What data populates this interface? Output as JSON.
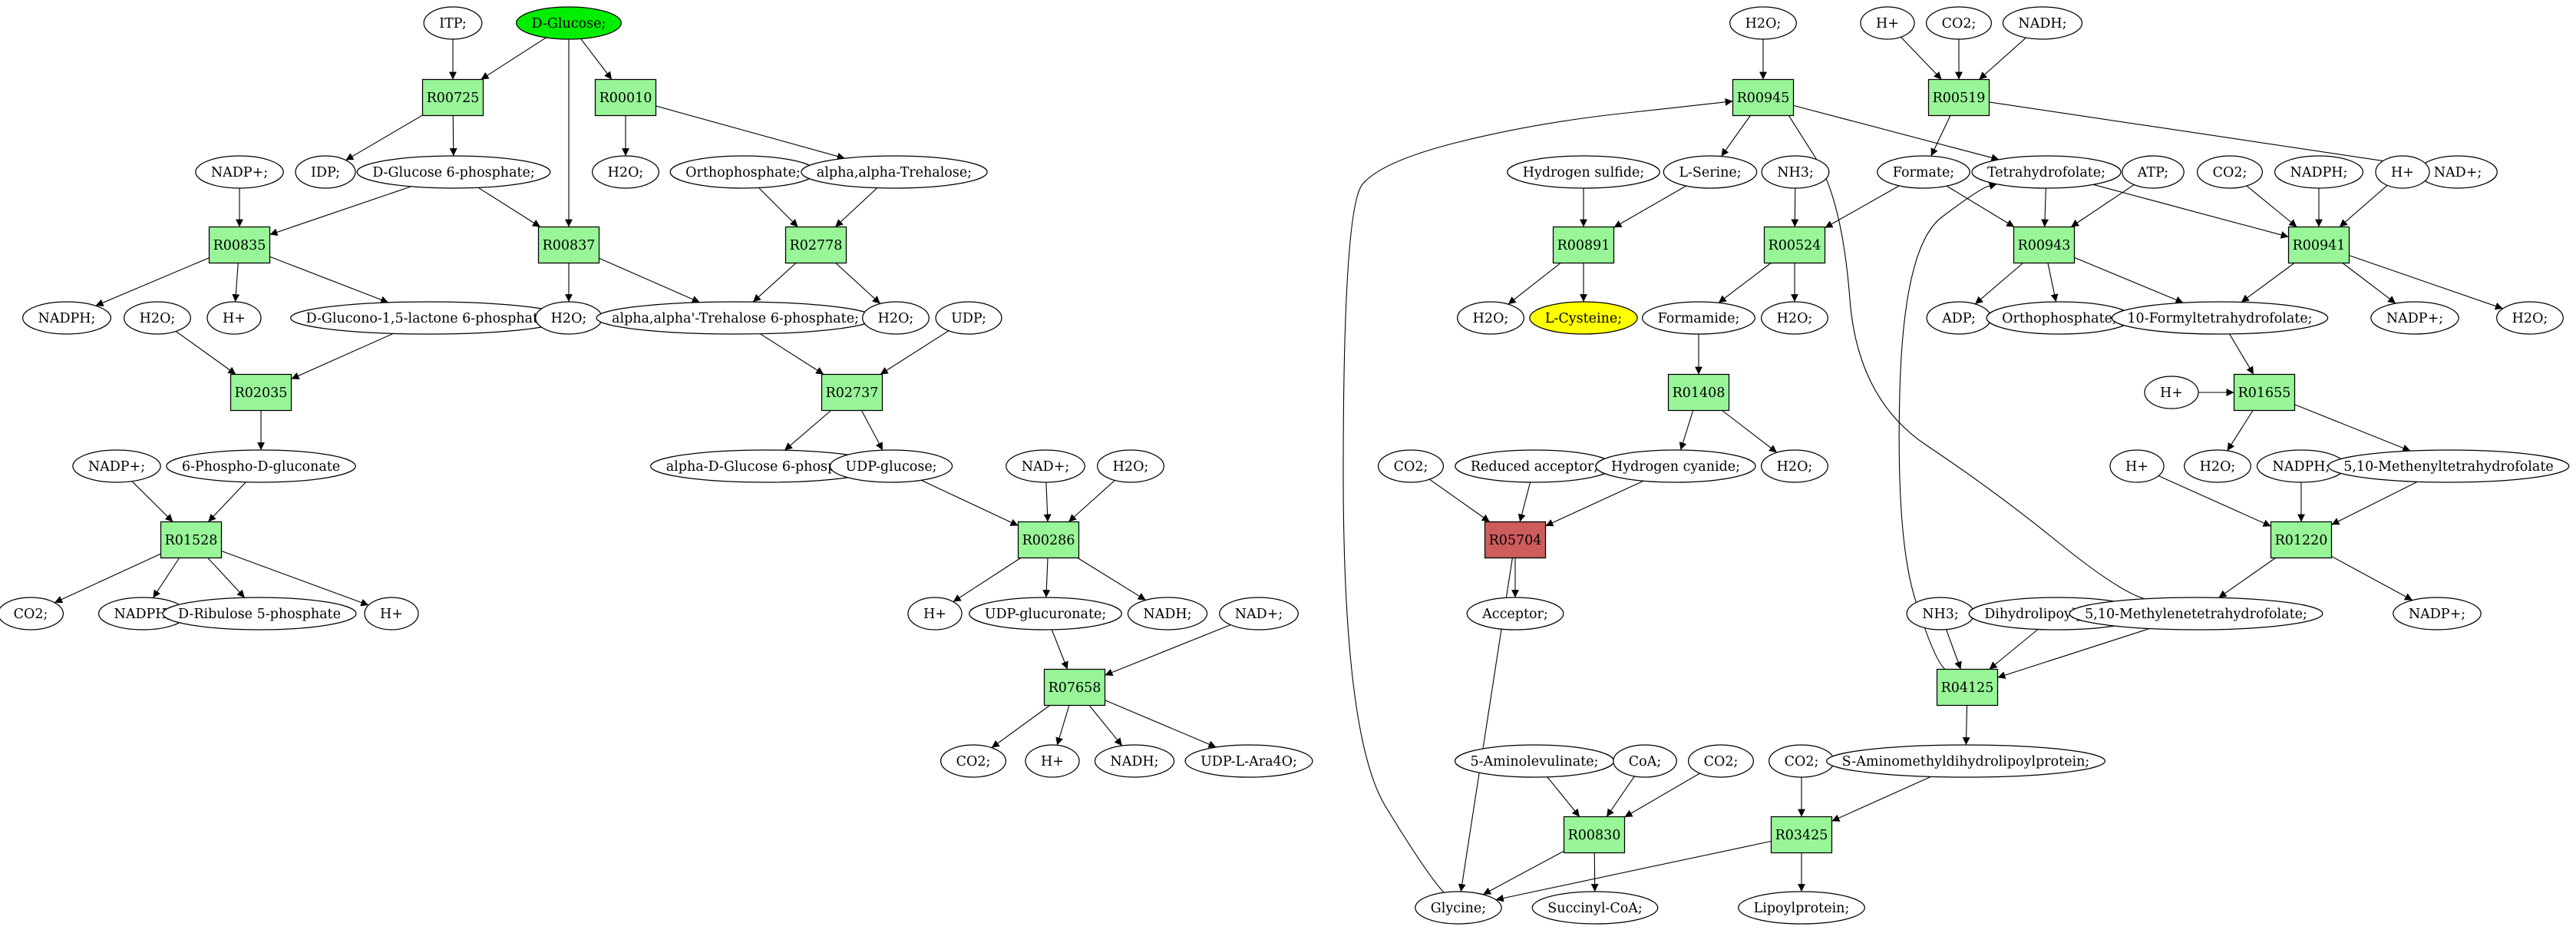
{
  "colors": {
    "reaction": "#98f598",
    "reaction_highlight": "#cd5c5c",
    "source_compound": "#00ee00",
    "target_compound": "#ffff00",
    "compound": "#ffffff",
    "edge": "#000000"
  },
  "nodes": [
    {
      "id": "itp",
      "label": "ITP;",
      "kind": "compound"
    },
    {
      "id": "dglucose",
      "label": "D-Glucose;",
      "kind": "compound",
      "status": "source"
    },
    {
      "id": "r00725",
      "label": "R00725",
      "kind": "reaction"
    },
    {
      "id": "r00010",
      "label": "R00010",
      "kind": "reaction"
    },
    {
      "id": "nadp_a",
      "label": "NADP+;",
      "kind": "compound"
    },
    {
      "id": "idp",
      "label": "IDP;",
      "kind": "compound"
    },
    {
      "id": "g6p",
      "label": "D-Glucose 6-phosphate;",
      "kind": "compound"
    },
    {
      "id": "h2o_a",
      "label": "H2O;",
      "kind": "compound"
    },
    {
      "id": "orthophos_a",
      "label": "Orthophosphate;",
      "kind": "compound"
    },
    {
      "id": "trehalose",
      "label": "alpha,alpha-Trehalose;",
      "kind": "compound"
    },
    {
      "id": "r00835",
      "label": "R00835",
      "kind": "reaction"
    },
    {
      "id": "r00837",
      "label": "R00837",
      "kind": "reaction"
    },
    {
      "id": "r02778",
      "label": "R02778",
      "kind": "reaction"
    },
    {
      "id": "nadph_a",
      "label": "NADPH;",
      "kind": "compound"
    },
    {
      "id": "h2o_b",
      "label": "H2O;",
      "kind": "compound"
    },
    {
      "id": "hplus_a",
      "label": "H+",
      "kind": "compound"
    },
    {
      "id": "gluconolactone",
      "label": "D-Glucono-1,5-lactone 6-phosphate;",
      "kind": "compound"
    },
    {
      "id": "h2o_c",
      "label": "H2O;",
      "kind": "compound"
    },
    {
      "id": "t6p",
      "label": "alpha,alpha'-Trehalose 6-phosphate;",
      "kind": "compound"
    },
    {
      "id": "h2o_d",
      "label": "H2O;",
      "kind": "compound"
    },
    {
      "id": "udp",
      "label": "UDP;",
      "kind": "compound"
    },
    {
      "id": "r02035",
      "label": "R02035",
      "kind": "reaction"
    },
    {
      "id": "r02737",
      "label": "R02737",
      "kind": "reaction"
    },
    {
      "id": "nadp_b",
      "label": "NADP+;",
      "kind": "compound"
    },
    {
      "id": "phosphogluconate",
      "label": "6-Phospho-D-gluconate",
      "kind": "compound"
    },
    {
      "id": "ag1p",
      "label": "alpha-D-Glucose 6-phosphate",
      "kind": "compound"
    },
    {
      "id": "udpglucose",
      "label": "UDP-glucose;",
      "kind": "compound"
    },
    {
      "id": "nad_a",
      "label": "NAD+;",
      "kind": "compound"
    },
    {
      "id": "h2o_e",
      "label": "H2O;",
      "kind": "compound"
    },
    {
      "id": "r01528",
      "label": "R01528",
      "kind": "reaction"
    },
    {
      "id": "r00286",
      "label": "R00286",
      "kind": "reaction"
    },
    {
      "id": "co2_a",
      "label": "CO2;",
      "kind": "compound"
    },
    {
      "id": "nadph_b",
      "label": "NADPH;",
      "kind": "compound"
    },
    {
      "id": "ribulose",
      "label": "D-Ribulose 5-phosphate",
      "kind": "compound"
    },
    {
      "id": "hplus_b",
      "label": "H+",
      "kind": "compound"
    },
    {
      "id": "hplus_c",
      "label": "H+",
      "kind": "compound"
    },
    {
      "id": "udpglucuronate",
      "label": "UDP-glucuronate;",
      "kind": "compound"
    },
    {
      "id": "nadh_a",
      "label": "NADH;",
      "kind": "compound"
    },
    {
      "id": "nad_b",
      "label": "NAD+;",
      "kind": "compound"
    },
    {
      "id": "r07658",
      "label": "R07658",
      "kind": "reaction"
    },
    {
      "id": "co2_b",
      "label": "CO2;",
      "kind": "compound"
    },
    {
      "id": "hplus_d",
      "label": "H+",
      "kind": "compound"
    },
    {
      "id": "nadh_b",
      "label": "NADH;",
      "kind": "compound"
    },
    {
      "id": "udpara",
      "label": "UDP-L-Ara4O;",
      "kind": "compound"
    },
    {
      "id": "h2o_f",
      "label": "H2O;",
      "kind": "compound"
    },
    {
      "id": "hplus_e",
      "label": "H+",
      "kind": "compound"
    },
    {
      "id": "co2_c",
      "label": "CO2;",
      "kind": "compound"
    },
    {
      "id": "nadh_c",
      "label": "NADH;",
      "kind": "compound"
    },
    {
      "id": "r00945",
      "label": "R00945",
      "kind": "reaction"
    },
    {
      "id": "r00519",
      "label": "R00519",
      "kind": "reaction"
    },
    {
      "id": "nad_c",
      "label": "NAD+;",
      "kind": "compound"
    },
    {
      "id": "h2s",
      "label": "Hydrogen sulfide;",
      "kind": "compound"
    },
    {
      "id": "lserine",
      "label": "L-Serine;",
      "kind": "compound"
    },
    {
      "id": "nh3_a",
      "label": "NH3;",
      "kind": "compound"
    },
    {
      "id": "formate",
      "label": "Formate;",
      "kind": "compound"
    },
    {
      "id": "thf",
      "label": "Tetrahydrofolate;",
      "kind": "compound"
    },
    {
      "id": "atp",
      "label": "ATP;",
      "kind": "compound"
    },
    {
      "id": "co2_d",
      "label": "CO2;",
      "kind": "compound"
    },
    {
      "id": "nadph_c",
      "label": "NADPH;",
      "kind": "compound"
    },
    {
      "id": "hplus_f",
      "label": "H+",
      "kind": "compound"
    },
    {
      "id": "r00891",
      "label": "R00891",
      "kind": "reaction"
    },
    {
      "id": "r00524",
      "label": "R00524",
      "kind": "reaction"
    },
    {
      "id": "r00943",
      "label": "R00943",
      "kind": "reaction"
    },
    {
      "id": "r00941",
      "label": "R00941",
      "kind": "reaction"
    },
    {
      "id": "h2o_g",
      "label": "H2O;",
      "kind": "compound"
    },
    {
      "id": "lcysteine",
      "label": "L-Cysteine;",
      "kind": "compound",
      "status": "target"
    },
    {
      "id": "formamide",
      "label": "Formamide;",
      "kind": "compound"
    },
    {
      "id": "h2o_h",
      "label": "H2O;",
      "kind": "compound"
    },
    {
      "id": "adp",
      "label": "ADP;",
      "kind": "compound"
    },
    {
      "id": "orthophos_b",
      "label": "Orthophosphate;",
      "kind": "compound"
    },
    {
      "id": "formylthf",
      "label": "10-Formyltetrahydrofolate;",
      "kind": "compound"
    },
    {
      "id": "nadp_c",
      "label": "NADP+;",
      "kind": "compound"
    },
    {
      "id": "h2o_i",
      "label": "H2O;",
      "kind": "compound"
    },
    {
      "id": "r01408",
      "label": "R01408",
      "kind": "reaction"
    },
    {
      "id": "hplus_g",
      "label": "H+",
      "kind": "compound"
    },
    {
      "id": "r01655",
      "label": "R01655",
      "kind": "reaction"
    },
    {
      "id": "co2_e",
      "label": "CO2;",
      "kind": "compound"
    },
    {
      "id": "redacceptor",
      "label": "Reduced acceptor;",
      "kind": "compound"
    },
    {
      "id": "hcn",
      "label": "Hydrogen cyanide;",
      "kind": "compound"
    },
    {
      "id": "h2o_j",
      "label": "H2O;",
      "kind": "compound"
    },
    {
      "id": "hplus_h",
      "label": "H+",
      "kind": "compound"
    },
    {
      "id": "h2o_k",
      "label": "H2O;",
      "kind": "compound"
    },
    {
      "id": "nadph_d",
      "label": "NADPH;",
      "kind": "compound"
    },
    {
      "id": "methenylthf",
      "label": "5,10-Methenyltetrahydrofolate",
      "kind": "compound"
    },
    {
      "id": "r05704",
      "label": "R05704",
      "kind": "reaction",
      "status": "highlight"
    },
    {
      "id": "r01220",
      "label": "R01220",
      "kind": "reaction"
    },
    {
      "id": "acceptor",
      "label": "Acceptor;",
      "kind": "compound"
    },
    {
      "id": "nh3_b",
      "label": "NH3;",
      "kind": "compound"
    },
    {
      "id": "dihydrolipoyl",
      "label": "Dihydrolipoylprotein;",
      "kind": "compound"
    },
    {
      "id": "methylenethf",
      "label": "5,10-Methylenetetrahydrofolate;",
      "kind": "compound"
    },
    {
      "id": "nadp_d",
      "label": "NADP+;",
      "kind": "compound"
    },
    {
      "id": "r04125",
      "label": "R04125",
      "kind": "reaction"
    },
    {
      "id": "aminovulinate",
      "label": "5-Aminolevulinate;",
      "kind": "compound"
    },
    {
      "id": "coa",
      "label": "CoA;",
      "kind": "compound"
    },
    {
      "id": "co2_f",
      "label": "CO2;",
      "kind": "compound"
    },
    {
      "id": "co2_g",
      "label": "CO2;",
      "kind": "compound"
    },
    {
      "id": "samdl",
      "label": "S-Aminomethyldihydrolipoylprotein;",
      "kind": "compound"
    },
    {
      "id": "r00830",
      "label": "R00830",
      "kind": "reaction"
    },
    {
      "id": "r03425",
      "label": "R03425",
      "kind": "reaction"
    },
    {
      "id": "glycine",
      "label": "Glycine;",
      "kind": "compound"
    },
    {
      "id": "succinylcoa",
      "label": "Succinyl-CoA;",
      "kind": "compound"
    },
    {
      "id": "lipoylprotein",
      "label": "Lipoylprotein;",
      "kind": "compound"
    }
  ],
  "edges": [
    [
      "itp",
      "r00725"
    ],
    [
      "dglucose",
      "r00725"
    ],
    [
      "dglucose",
      "r00010"
    ],
    [
      "dglucose",
      "r00837"
    ],
    [
      "r00725",
      "idp"
    ],
    [
      "r00725",
      "g6p"
    ],
    [
      "r00010",
      "h2o_a"
    ],
    [
      "r00010",
      "trehalose"
    ],
    [
      "nadp_a",
      "r00835"
    ],
    [
      "g6p",
      "r00835"
    ],
    [
      "g6p",
      "r00837"
    ],
    [
      "orthophos_a",
      "r02778"
    ],
    [
      "trehalose",
      "r02778"
    ],
    [
      "r00835",
      "nadph_a"
    ],
    [
      "r00835",
      "hplus_a"
    ],
    [
      "r00835",
      "gluconolactone"
    ],
    [
      "r00837",
      "h2o_c"
    ],
    [
      "r00837",
      "t6p"
    ],
    [
      "r02778",
      "t6p"
    ],
    [
      "r02778",
      "h2o_d"
    ],
    [
      "h2o_b",
      "r02035"
    ],
    [
      "gluconolactone",
      "r02035"
    ],
    [
      "r02035",
      "phosphogluconate"
    ],
    [
      "t6p",
      "r02737"
    ],
    [
      "udp",
      "r02737"
    ],
    [
      "r02737",
      "ag1p"
    ],
    [
      "r02737",
      "udpglucose"
    ],
    [
      "nadp_b",
      "r01528"
    ],
    [
      "phosphogluconate",
      "r01528"
    ],
    [
      "r01528",
      "co2_a"
    ],
    [
      "r01528",
      "nadph_b"
    ],
    [
      "r01528",
      "ribulose"
    ],
    [
      "r01528",
      "hplus_b"
    ],
    [
      "udpglucose",
      "r00286"
    ],
    [
      "nad_a",
      "r00286"
    ],
    [
      "h2o_e",
      "r00286"
    ],
    [
      "r00286",
      "hplus_c"
    ],
    [
      "r00286",
      "udpglucuronate"
    ],
    [
      "r00286",
      "nadh_a"
    ],
    [
      "udpglucuronate",
      "r07658"
    ],
    [
      "nad_b",
      "r07658"
    ],
    [
      "r07658",
      "co2_b"
    ],
    [
      "r07658",
      "hplus_d"
    ],
    [
      "r07658",
      "nadh_b"
    ],
    [
      "r07658",
      "udpara"
    ],
    [
      "h2o_f",
      "r00945"
    ],
    [
      "hplus_e",
      "r00519"
    ],
    [
      "co2_c",
      "r00519"
    ],
    [
      "nadh_c",
      "r00519"
    ],
    [
      "r00945",
      "lserine"
    ],
    [
      "r00945",
      "thf"
    ],
    [
      "r00519",
      "formate"
    ],
    [
      "r00519",
      "nad_c"
    ],
    [
      "h2s",
      "r00891"
    ],
    [
      "lserine",
      "r00891"
    ],
    [
      "r00891",
      "h2o_g"
    ],
    [
      "r00891",
      "lcysteine"
    ],
    [
      "nh3_a",
      "r00524"
    ],
    [
      "formate",
      "r00524"
    ],
    [
      "formate",
      "r00943"
    ],
    [
      "thf",
      "r00943"
    ],
    [
      "atp",
      "r00943"
    ],
    [
      "thf",
      "r00941"
    ],
    [
      "co2_d",
      "r00941"
    ],
    [
      "nadph_c",
      "r00941"
    ],
    [
      "hplus_f",
      "r00941"
    ],
    [
      "r00524",
      "formamide"
    ],
    [
      "r00524",
      "h2o_h"
    ],
    [
      "r00943",
      "adp"
    ],
    [
      "r00943",
      "orthophos_b"
    ],
    [
      "r00943",
      "formylthf"
    ],
    [
      "r00941",
      "formylthf"
    ],
    [
      "r00941",
      "nadp_c"
    ],
    [
      "r00941",
      "h2o_i"
    ],
    [
      "formamide",
      "r01408"
    ],
    [
      "r01408",
      "hcn"
    ],
    [
      "r01408",
      "h2o_j"
    ],
    [
      "hplus_g",
      "r01655"
    ],
    [
      "formylthf",
      "r01655"
    ],
    [
      "r01655",
      "h2o_k"
    ],
    [
      "r01655",
      "methenylthf"
    ],
    [
      "co2_e",
      "r05704"
    ],
    [
      "redacceptor",
      "r05704"
    ],
    [
      "hcn",
      "r05704"
    ],
    [
      "r05704",
      "acceptor"
    ],
    [
      "r05704",
      "glycine"
    ],
    [
      "hplus_h",
      "r01220"
    ],
    [
      "nadph_d",
      "r01220"
    ],
    [
      "methenylthf",
      "r01220"
    ],
    [
      "r01220",
      "methylenethf"
    ],
    [
      "r01220",
      "nadp_d"
    ],
    [
      "methylenethf",
      "r00945"
    ],
    [
      "methylenethf",
      "r04125"
    ],
    [
      "nh3_b",
      "r04125"
    ],
    [
      "dihydrolipoyl",
      "r04125"
    ],
    [
      "r04125",
      "thf"
    ],
    [
      "r04125",
      "samdl"
    ],
    [
      "aminovulinate",
      "r00830"
    ],
    [
      "coa",
      "r00830"
    ],
    [
      "co2_f",
      "r00830"
    ],
    [
      "r00830",
      "glycine"
    ],
    [
      "r00830",
      "succinylcoa"
    ],
    [
      "co2_g",
      "r03425"
    ],
    [
      "samdl",
      "r03425"
    ],
    [
      "r03425",
      "glycine"
    ],
    [
      "r03425",
      "lipoylprotein"
    ],
    [
      "glycine",
      "r00945"
    ]
  ]
}
